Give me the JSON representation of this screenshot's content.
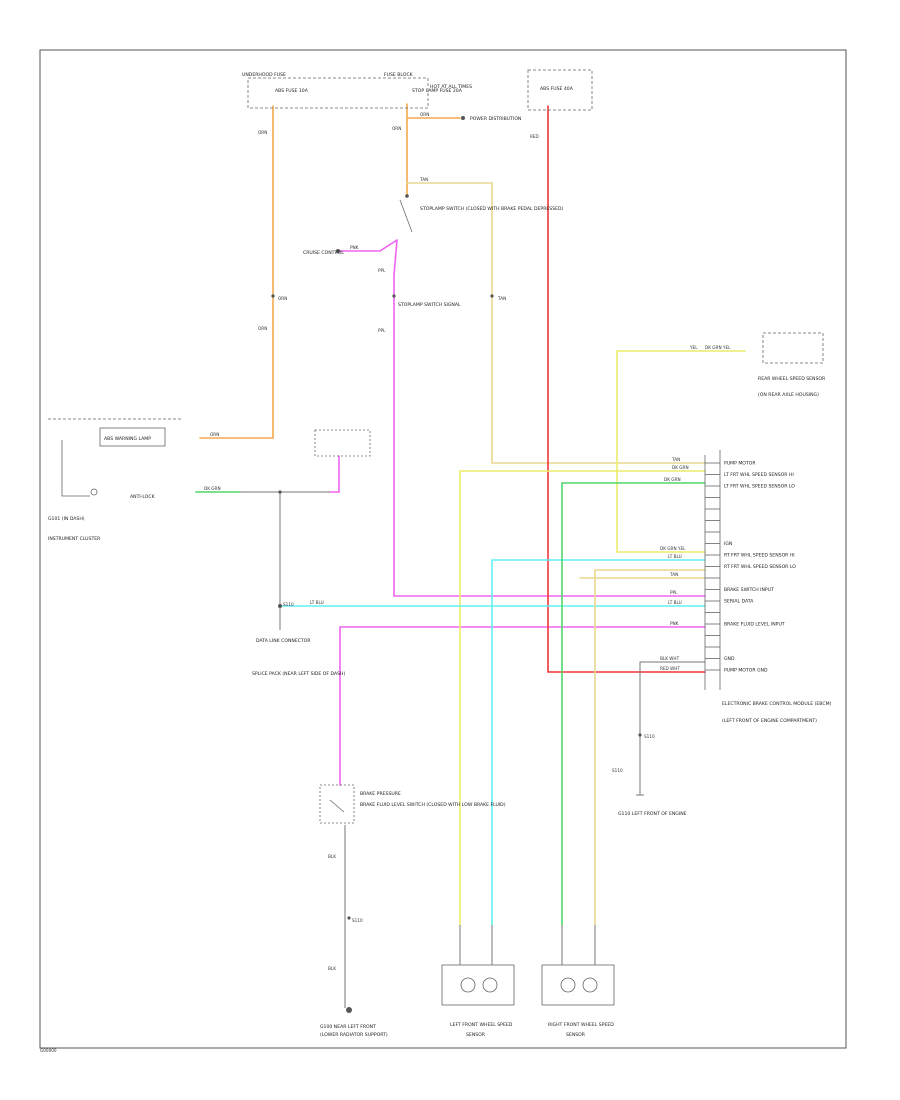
{
  "components": {
    "fuse_block_left": "UNDERHOOD FUSE",
    "fuse_block_right": "FUSE BLOCK",
    "hot_at_all_times": "HOT AT ALL TIMES",
    "fuse_ebcm_left": "ABS FUSE 10A",
    "fuse_ebcm_right": "STOP LAMP FUSE 20A",
    "fuse_top_right": "ABS FUSE 40A",
    "power_distribution": "POWER DISTRIBUTION",
    "brake_switch": "STOPLAMP SWITCH (CLOSED WITH BRAKE PEDAL DEPRESSED)",
    "brake_switch_signal": "STOPLAMP SWITCH SIGNAL",
    "cruise_control": "CRUISE CONTROL",
    "cluster_lamp": "ABS WARNING LAMP",
    "cluster_name": "INSTRUMENT CLUSTER",
    "cluster_indicator": "ANTI-LOCK",
    "data_link": "DATA LINK CONNECTOR",
    "dlc_note": "SPLICE PACK (NEAR LEFT SIDE OF DASH)",
    "brake_pressure_ctrl": "BRAKE PRESSURE",
    "brake_pressure_note": "BRAKE FLUID LEVEL SWITCH (CLOSED WITH LOW BRAKE FLUID)",
    "ground_bottom": "G100 NEAR LEFT FRONT",
    "ground_bottom2": "(LOWER RADIATOR SUPPORT)",
    "left_wheel_sensor": "LEFT FRONT WHEEL SPEED",
    "left_wheel_sensor2": "SENSOR",
    "right_wheel_sensor": "RIGHT FRONT WHEEL SPEED",
    "right_wheel_sensor2": "SENSOR",
    "ground_right": "G110 LEFT FRONT OF ENGINE",
    "rear_sensor": "REAR WHEEL SPEED SENSOR",
    "rear_sensor_note": "(ON REAR AXLE HOUSING)",
    "ebcm_title": "ELECTRONIC BRAKE CONTROL MODULE (EBCM)",
    "ebcm_note": "(LEFT FRONT OF ENGINE COMPARTMENT)",
    "ground_left": "G101 (IN DASH)"
  },
  "ebcm_pins": [
    "PUMP MOTOR",
    "LT FRT WHL SPEED SENSOR HI",
    "LT FRT WHL SPEED SENSOR LO",
    "",
    "",
    "",
    "",
    "IGN",
    "RT FRT WHL SPEED SENSOR HI",
    "RT FRT WHL SPEED SENSOR LO",
    "",
    "BRAKE SWITCH INPUT",
    "SERIAL DATA",
    "",
    "BRAKE FLUID LEVEL INPUT",
    "",
    "",
    "GND",
    "PUMP MOTOR GND"
  ],
  "wire_labels": {
    "orange_top": "ORN",
    "orange_mid": "ORN",
    "orange_low": "ORN",
    "orange_cluster": "ORN",
    "org_brake": "ORN",
    "org_pd": "ORN",
    "pink_cruise": "PNK",
    "pink_vert": "PPL",
    "pink_stop": "PPL",
    "tan_vert": "TAN",
    "tan_top": "TAN",
    "yel_sensor": "YEL",
    "red_vert": "RED",
    "gray_vert": "BLK",
    "gray_bottom": "BLK",
    "cluster_wire": "DK GRN",
    "serial_wire": "LT BLU",
    "rear_wire": "DK GRN YEL",
    "ebcm_w1": "TAN",
    "ebcm_w2": "DK GRN",
    "ebcm_w3": "DK GRN",
    "ebcm_w4": "DK GRN YEL",
    "ebcm_w5": "LT BLU",
    "ebcm_w6": "TAN",
    "ebcm_w7": "PPL",
    "ebcm_w8": "LT BLU",
    "ebcm_w9": "PNK",
    "ebcm_w10": "BLK WHT",
    "ebcm_w11": "RED WHT",
    "splice_a": "S110",
    "splice_b": "S110",
    "splice_c": "S110",
    "splice_d": "S110"
  },
  "footer_code": "G00000"
}
